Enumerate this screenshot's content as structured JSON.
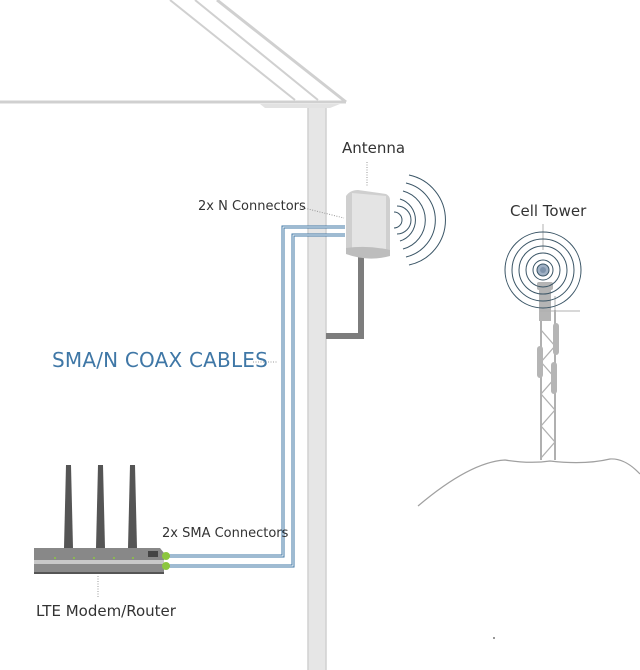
{
  "diagram": {
    "title": "LTE Modem/Router with external antenna via coax cables",
    "labels": {
      "antenna": "Antenna",
      "n_connectors": "2x N Connectors",
      "cell_tower": "Cell Tower",
      "cables": "SMA/N COAX CABLES",
      "sma_connectors": "2x SMA Connectors",
      "router": "LTE Modem/Router"
    },
    "nodes": [
      {
        "id": "router",
        "label": "LTE Modem/Router",
        "antennas": 3
      },
      {
        "id": "antenna",
        "label": "Antenna"
      },
      {
        "id": "cell-tower",
        "label": "Cell Tower"
      }
    ],
    "edges": [
      {
        "from": "router",
        "to": "antenna",
        "label": "SMA/N COAX CABLES",
        "count": 2
      }
    ],
    "colors": {
      "cable": "#3f77a6",
      "connector": "#8cc63f",
      "structure": "#d9d9d9",
      "device": "#8a8a8a",
      "text": "#333333",
      "accent_text": "#3f77a6",
      "signal": "#3a5566"
    }
  }
}
